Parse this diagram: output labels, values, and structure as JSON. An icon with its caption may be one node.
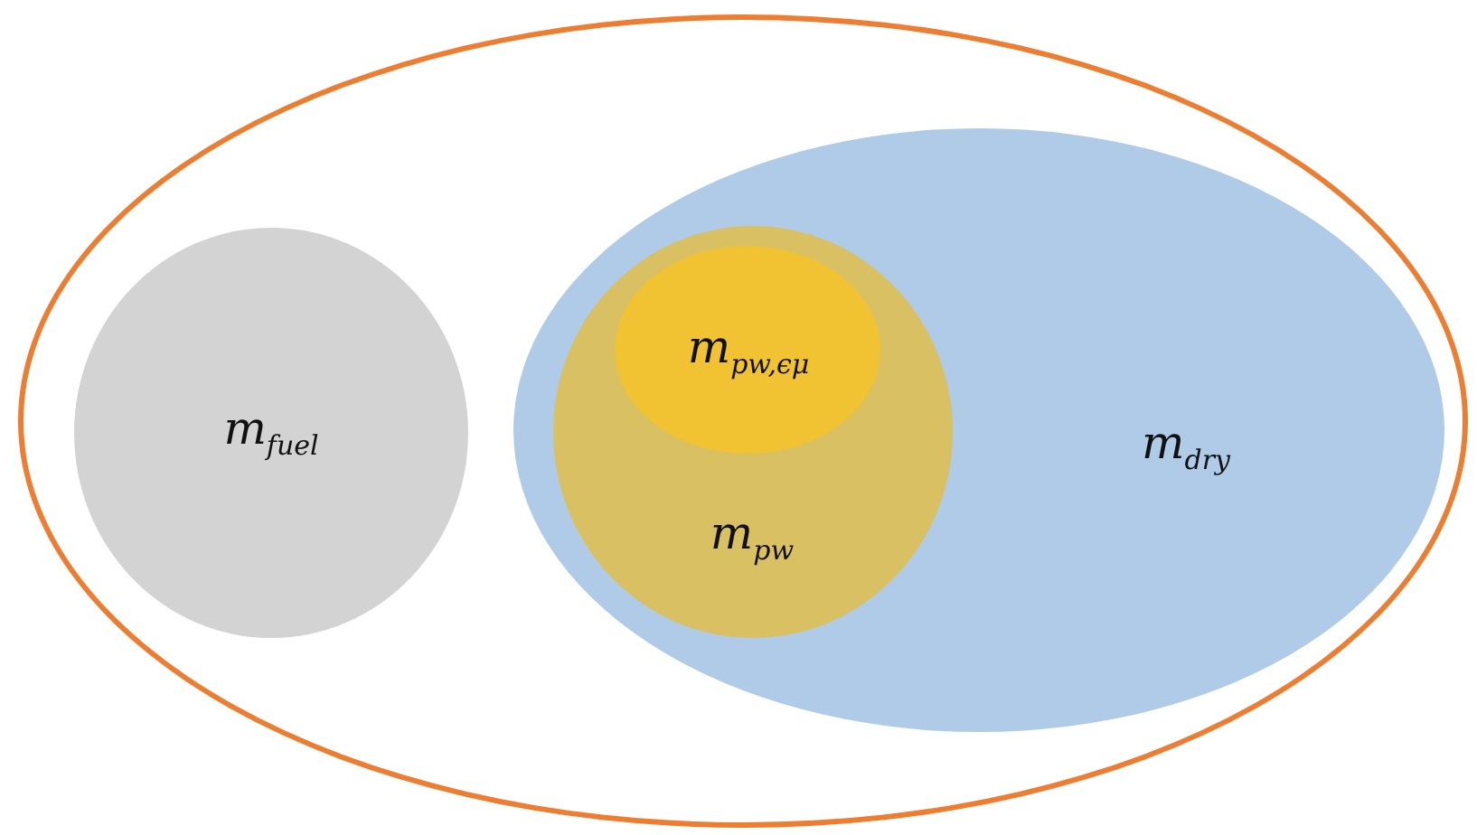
{
  "diagram": {
    "nodes": [
      {
        "text": [],
        "shape": "ellipse"
      },
      {
        "text": [
          "m$_{fuel}$"
        ],
        "in": 0
      },
      {
        "text": [
          "m$_{dry}$"
        ],
        "in": 0
      },
      {
        "text": [
          "m$_{pw}$"
        ],
        "in": 2
      },
      {
        "text": [
          "m$_{pw,ϵμ}$"
        ],
        "in": 3
      }
    ]
  }
}
